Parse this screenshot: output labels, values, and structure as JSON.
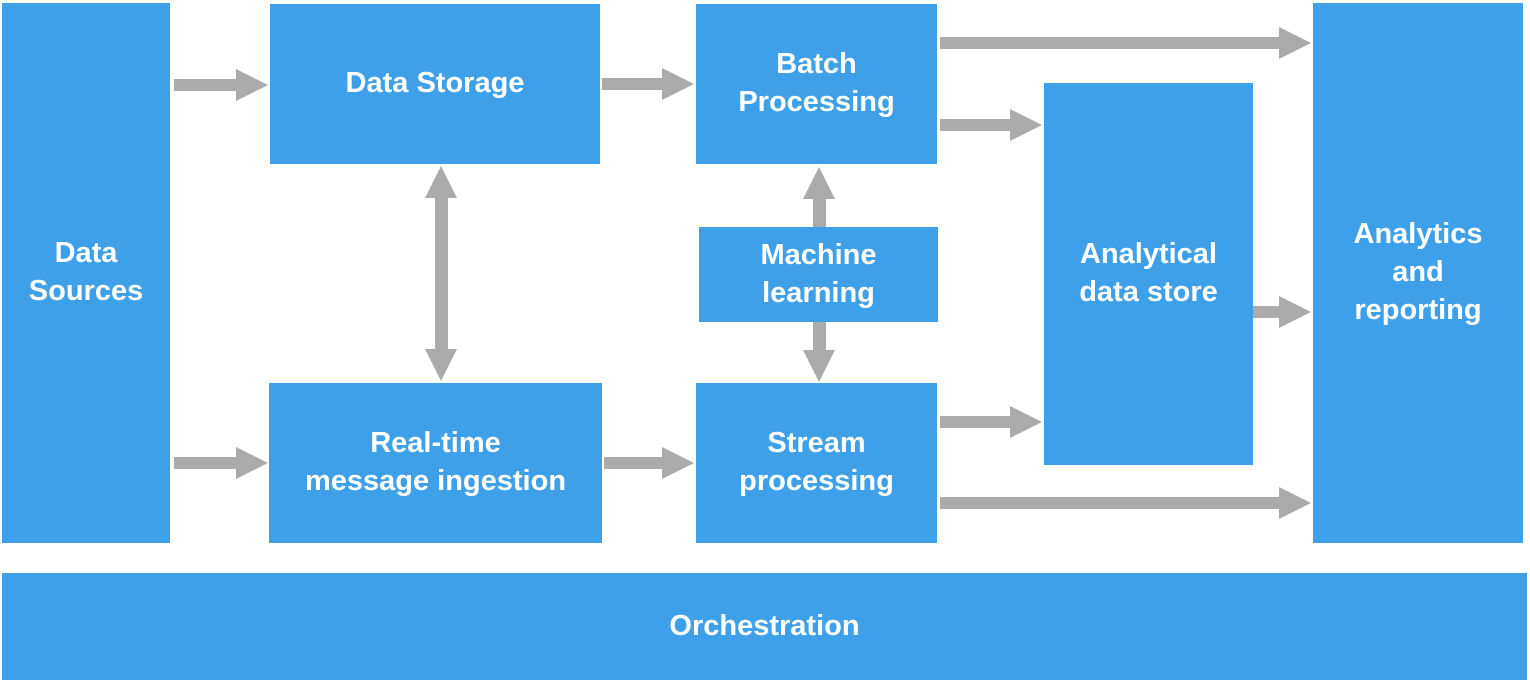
{
  "diagram": {
    "type": "flow-diagram",
    "background": "#FFFFFF",
    "colors": {
      "node_fill": "#3FA0EA",
      "arrow": "#ABABAB",
      "label_text": "#FFFFFF"
    },
    "nodes": {
      "data_sources": {
        "label": "Data\nSources"
      },
      "data_storage": {
        "label": "Data Storage"
      },
      "batch_processing": {
        "label": "Batch\nProcessing"
      },
      "machine_learning": {
        "label": "Machine\nlearning"
      },
      "real_time_message_ingestion": {
        "label": "Real-time\nmessage ingestion"
      },
      "stream_processing": {
        "label": "Stream\nprocessing"
      },
      "analytical_data_store": {
        "label": "Analytical\ndata store"
      },
      "analytics_and_reporting": {
        "label": "Analytics\nand\nreporting"
      },
      "orchestration": {
        "label": "Orchestration"
      }
    },
    "edges": [
      {
        "from": "data_sources",
        "to": "data_storage",
        "style": "arrow"
      },
      {
        "from": "data_sources",
        "to": "real_time_message_ingestion",
        "style": "arrow"
      },
      {
        "from": "data_storage",
        "to": "batch_processing",
        "style": "arrow"
      },
      {
        "from": "data_storage",
        "to": "real_time_message_ingestion",
        "style": "double-arrow"
      },
      {
        "from": "batch_processing",
        "to": "analytics_and_reporting",
        "style": "arrow"
      },
      {
        "from": "batch_processing",
        "to": "analytical_data_store",
        "style": "arrow"
      },
      {
        "from": "machine_learning",
        "to": "batch_processing",
        "style": "arrow"
      },
      {
        "from": "machine_learning",
        "to": "stream_processing",
        "style": "arrow"
      },
      {
        "from": "real_time_message_ingestion",
        "to": "stream_processing",
        "style": "arrow"
      },
      {
        "from": "stream_processing",
        "to": "analytical_data_store",
        "style": "arrow"
      },
      {
        "from": "stream_processing",
        "to": "analytics_and_reporting",
        "style": "arrow"
      },
      {
        "from": "analytical_data_store",
        "to": "analytics_and_reporting",
        "style": "arrow"
      }
    ]
  }
}
